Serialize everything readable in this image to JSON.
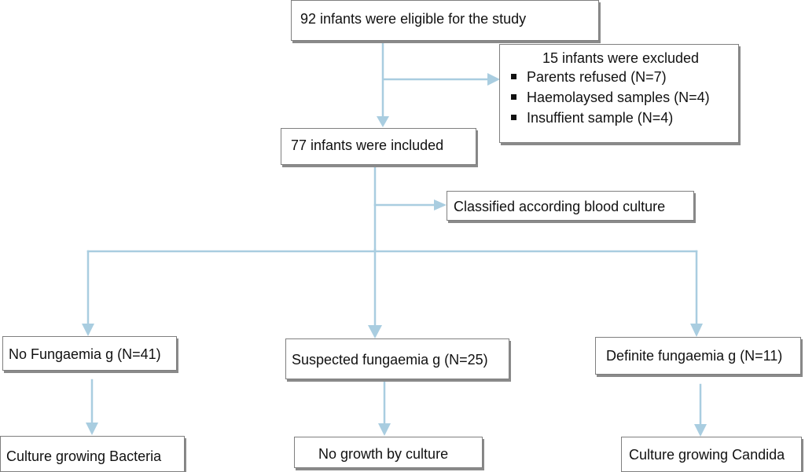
{
  "colors": {
    "arrow": "#a9cde0",
    "box_border": "#7f7f7f",
    "box_shadow": "#8a8a8a",
    "text": "#111111"
  },
  "flowchart": {
    "eligible": "92 infants were eligible for the study",
    "excluded": {
      "title": "15 infants were excluded",
      "items": [
        "Parents refused (N=7)",
        "Haemolaysed samples (N=4)",
        "Insuffient sample (N=4)"
      ],
      "bullet_icon": "square-bullet-icon"
    },
    "included": "77 infants were included",
    "classified": "Classified according blood culture",
    "groups": {
      "none": "No Fungaemia g (N=41)",
      "suspected": "Suspected fungaemia g (N=25)",
      "definite": "Definite fungaemia g (N=11)"
    },
    "outcomes": {
      "bacteria": "Culture growing Bacteria",
      "no_growth": "No growth by culture",
      "candida": "Culture growing Candida"
    }
  }
}
